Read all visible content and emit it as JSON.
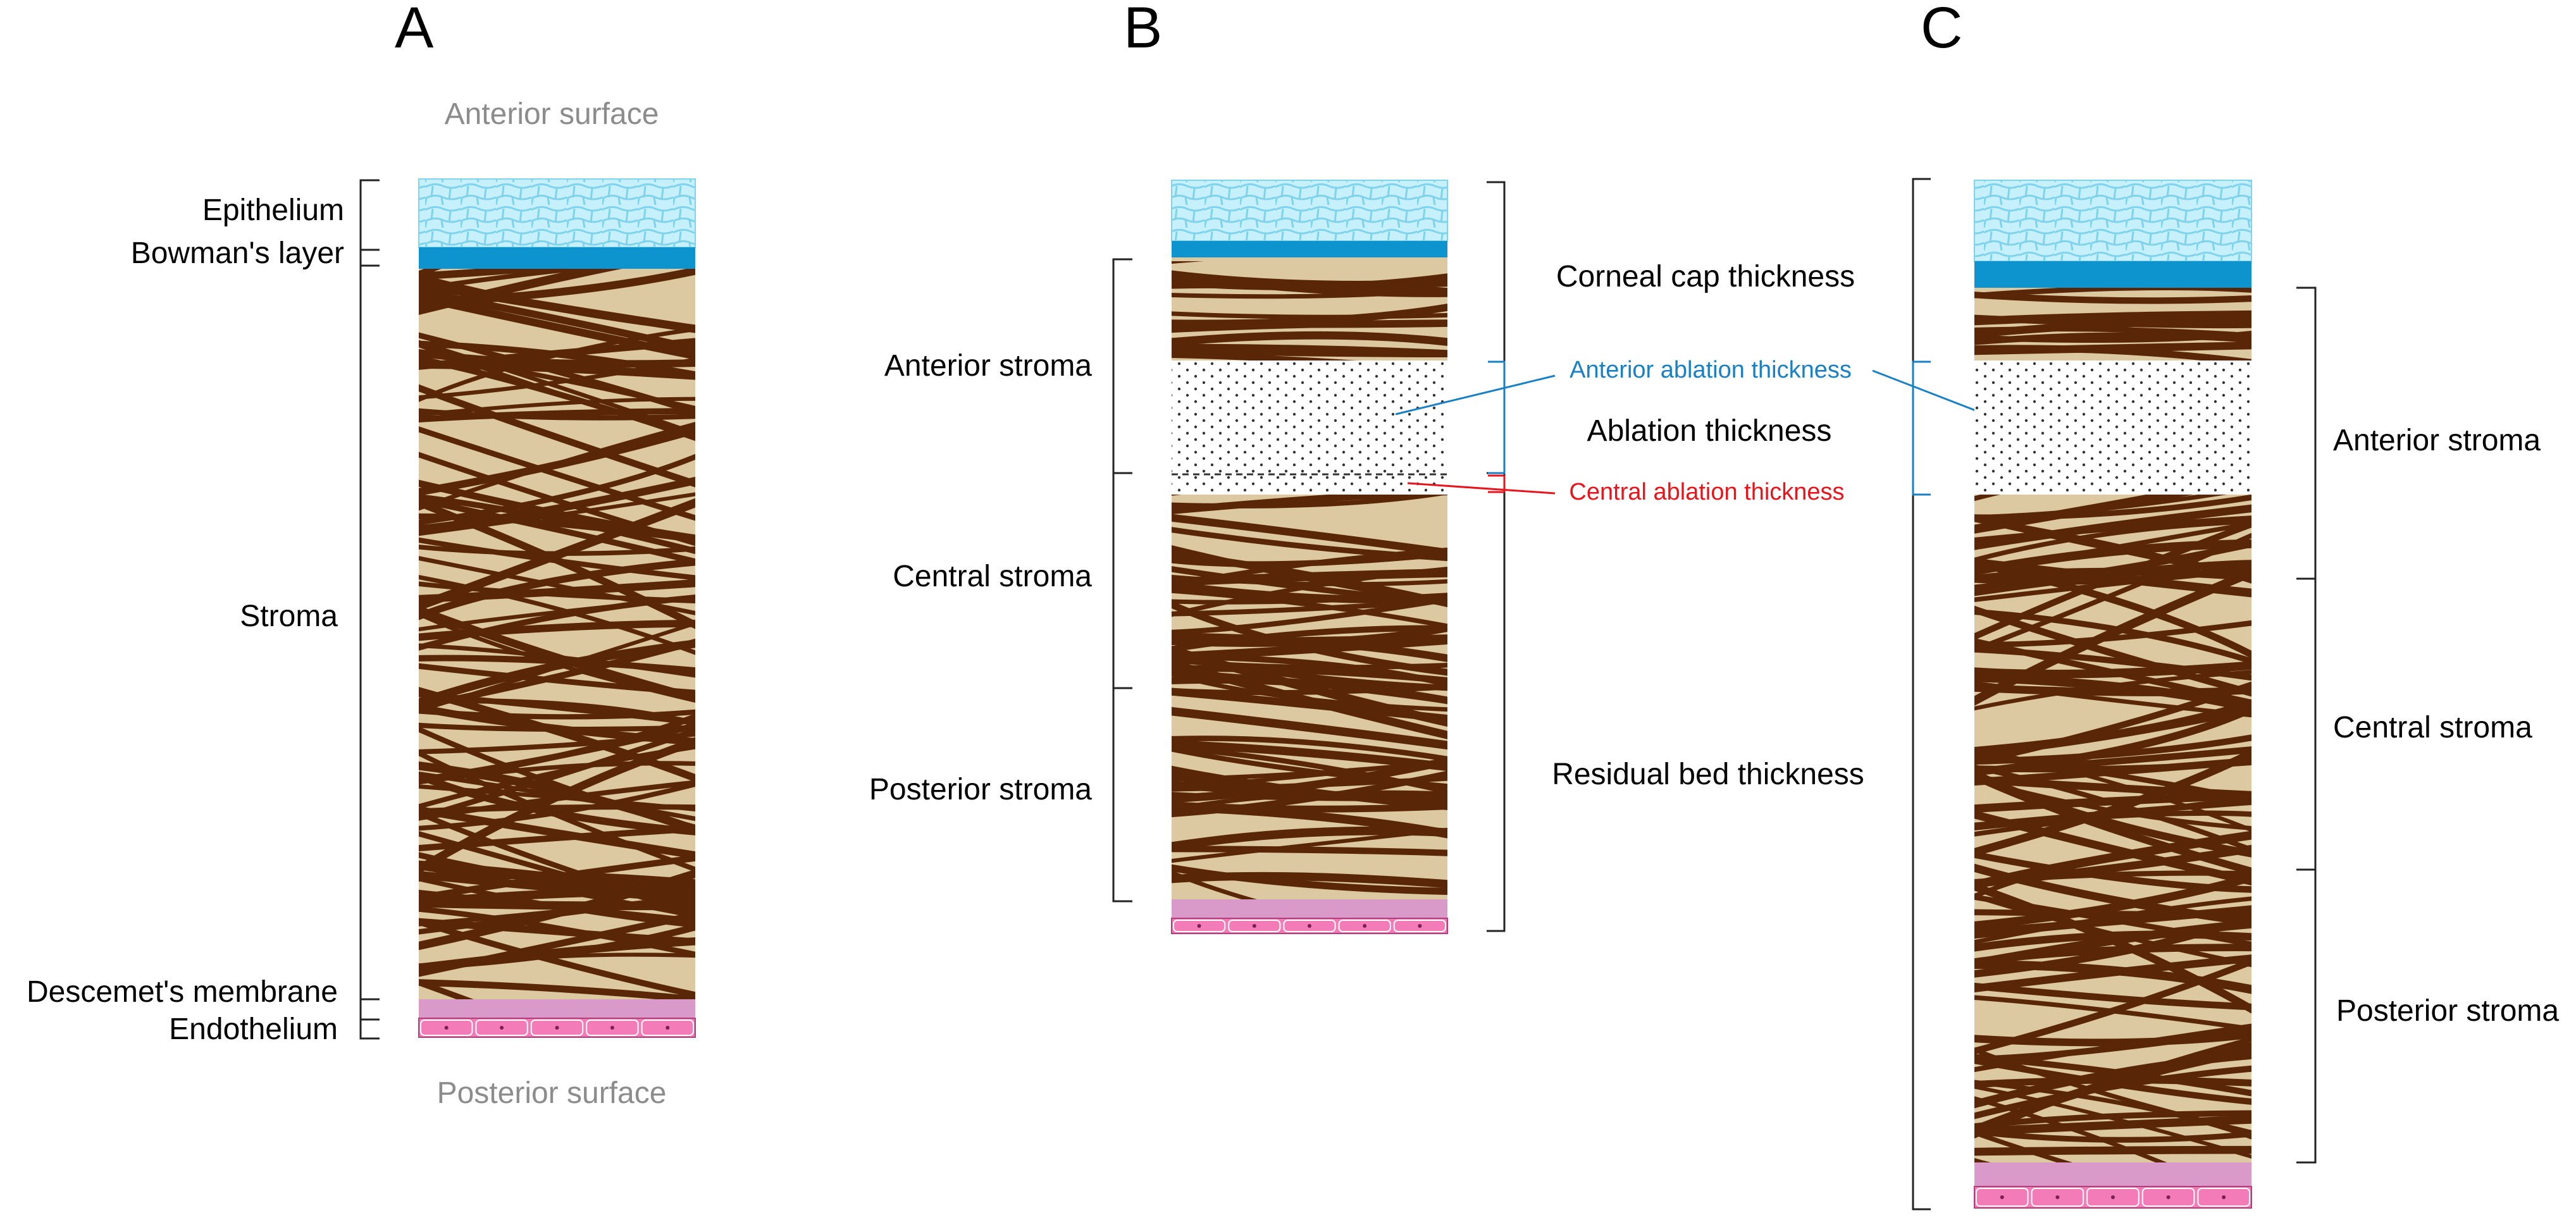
{
  "panels": {
    "a": {
      "letter": "A"
    },
    "b": {
      "letter": "B"
    },
    "c": {
      "letter": "C"
    }
  },
  "labels_a": {
    "anterior_surface": "Anterior surface",
    "posterior_surface": "Posterior surface",
    "epithelium": "Epithelium",
    "bowmans_layer": "Bowman's layer",
    "stroma": "Stroma",
    "descemets_membrane": "Descemet's membrane",
    "endothelium": "Endothelium"
  },
  "labels_b": {
    "anterior_stroma": "Anterior stroma",
    "central_stroma": "Central stroma",
    "posterior_stroma": "Posterior stroma",
    "corneal_cap_thickness": "Corneal cap thickness",
    "anterior_ablation_thickness": "Anterior ablation thickness",
    "ablation_thickness": "Ablation thickness",
    "central_ablation_thickness": "Central ablation thickness",
    "residual_bed_thickness": "Residual bed thickness"
  },
  "labels_c": {
    "anterior_stroma": "Anterior stroma",
    "central_stroma": "Central stroma",
    "posterior_stroma": "Posterior stroma"
  },
  "colors": {
    "epithelium_fill": "#c6f0fb",
    "epithelium_cells": "#7fd3ec",
    "bowmans_layer": "#0d94cf",
    "stroma_base": "#dcc9a2",
    "collagen_fibers": "#5a2608",
    "descemets_membrane": "#d99ac9",
    "endothelium": "#f27bb8",
    "ablation_dots": "#333333",
    "anterior_ablation": "#1a80c4",
    "central_ablation": "#e8141b",
    "surface_label": "#8c8c8c",
    "bracket": "#222222"
  }
}
